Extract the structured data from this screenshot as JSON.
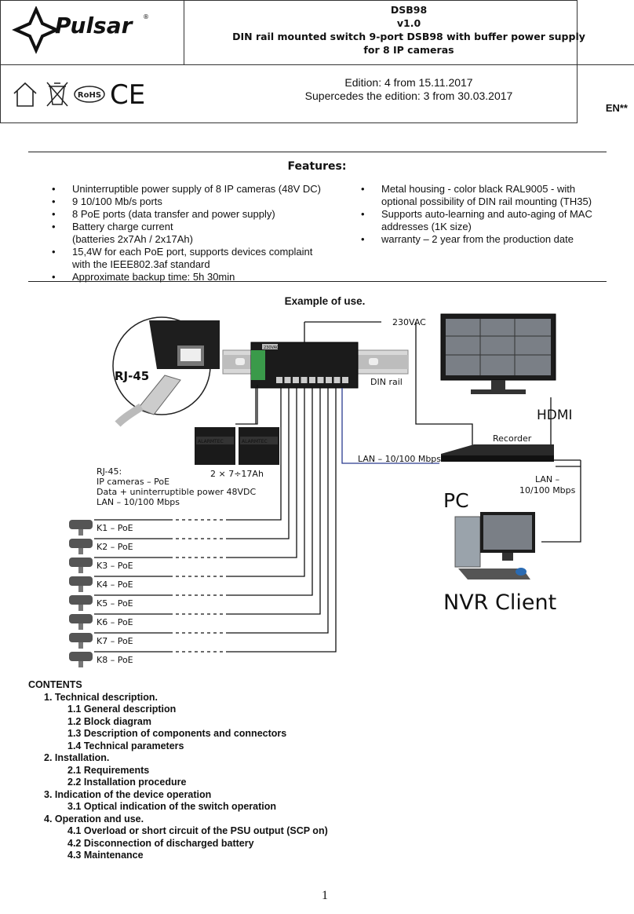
{
  "header": {
    "brand": "Pulsar",
    "registered_mark": "®",
    "title_lines": [
      "DSB98",
      "v1.0",
      "DIN rail mounted switch 9-port DSB98 with buffer power supply",
      "for 8 IP cameras"
    ],
    "edition": "Edition: 4 from 15.11.2017",
    "supersedes": "Supercedes the edition: 3 from 30.03.2017",
    "language": "EN**",
    "rohs_label": "RoHS",
    "ce_label": "CE"
  },
  "features": {
    "title": "Features:",
    "left": [
      [
        "Uninterruptible power supply of 8 IP cameras (48V DC)"
      ],
      [
        "9 10/100 Mb/s ports"
      ],
      [
        "8 PoE ports (data transfer and power supply)"
      ],
      [
        "Battery charge current",
        "(batteries 2x7Ah / 2x17Ah)"
      ],
      [
        "15,4W for each PoE port, supports devices complaint",
        "with the IEEE802.3af standard"
      ],
      [
        "Approximate backup time: 5h 30min"
      ]
    ],
    "right": [
      [
        "Metal housing - color black RAL9005 - with",
        "optional possibility of DIN rail mounting (TH35)"
      ],
      [
        "Supports auto-learning and auto-aging of MAC",
        "addresses (1K size)"
      ],
      [
        "warranty – 2 year from the production date"
      ]
    ]
  },
  "example": {
    "title": "Example of use.",
    "rj45_callout": "RJ-45",
    "voltage": "230VAC",
    "din_rail": "DIN rail",
    "batteries": "2 × 7÷17Ah",
    "battery_brand": "ALARMTEC",
    "device_panel": "230VAC",
    "hdmi": "HDMI",
    "recorder": "Recorder",
    "lan_left": "LAN – 10/100 Mbps",
    "lan_right": [
      "LAN –",
      "10/100 Mbps"
    ],
    "pc": "PC",
    "nvr_client": "NVR Client",
    "rj45_info": [
      "RJ-45:",
      "IP cameras – PoE",
      "Data + uninterruptible power 48VDC",
      "LAN – 10/100 Mbps"
    ],
    "cameras": [
      "K1 – PoE",
      "K2 – PoE",
      "K3 – PoE",
      "K4 – PoE",
      "K5 – PoE",
      "K6 – PoE",
      "K7 – PoE",
      "K8 – PoE"
    ]
  },
  "contents": {
    "title": "CONTENTS",
    "items": [
      {
        "level": 1,
        "text": "1. Technical description."
      },
      {
        "level": 2,
        "text": "1.1 General description"
      },
      {
        "level": 2,
        "text": "1.2 Block diagram"
      },
      {
        "level": 2,
        "text": "1.3 Description of components and connectors"
      },
      {
        "level": 2,
        "text": "1.4 Technical parameters"
      },
      {
        "level": 1,
        "text": "2. Installation."
      },
      {
        "level": 2,
        "text": "2.1 Requirements"
      },
      {
        "level": 2,
        "text": "2.2 Installation procedure"
      },
      {
        "level": 1,
        "text": "3. Indication of the device operation"
      },
      {
        "level": 2,
        "text": "3.1 Optical indication of the switch operation"
      },
      {
        "level": 1,
        "text": "4. Operation and use."
      },
      {
        "level": 2,
        "text": "4.1 Overload or short circuit of the PSU output (SCP on)"
      },
      {
        "level": 2,
        "text": "4.2 Disconnection of discharged battery"
      },
      {
        "level": 2,
        "text": "4.3 Maintenance"
      }
    ]
  },
  "page_number": "1"
}
